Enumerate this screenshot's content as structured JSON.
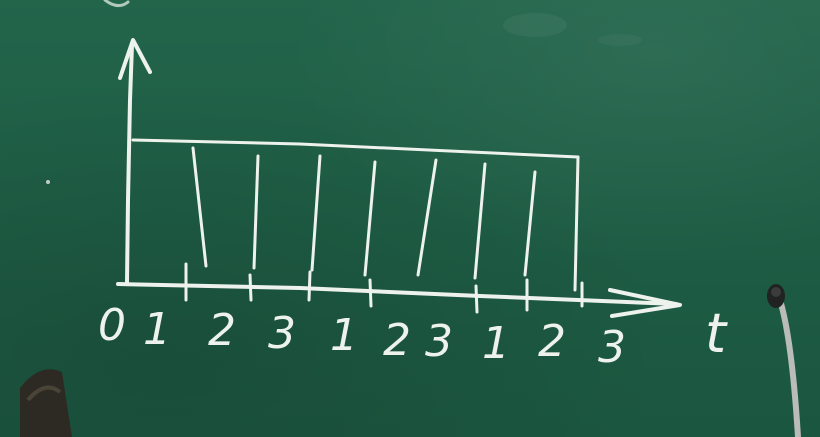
{
  "board": {
    "axis_variable": "t",
    "tick_labels": [
      "0",
      "1",
      "2",
      "3",
      "1",
      "2",
      "3",
      "1",
      "2",
      "3"
    ]
  }
}
